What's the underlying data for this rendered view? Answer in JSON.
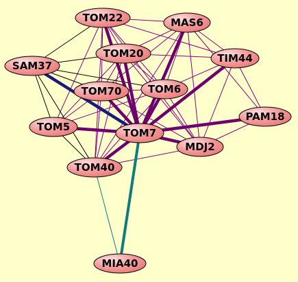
{
  "graph": {
    "background": "#ffffcc",
    "node_fill_gradient": [
      "#ffe2e2",
      "#f59a9a",
      "#ea7c7c"
    ],
    "node_stroke": "#000000",
    "edge_colors": {
      "purple": "#880080",
      "dark_purple": "#6e006e",
      "navy": "#1a1a7a",
      "black": "#000000",
      "teal": "#0f7b7b"
    },
    "nodes": [
      {
        "id": "TOM22",
        "label": "TOM22"
      },
      {
        "id": "MAS6",
        "label": "MAS6"
      },
      {
        "id": "TOM20",
        "label": "TOM20"
      },
      {
        "id": "TIM44",
        "label": "TIM44"
      },
      {
        "id": "SAM37",
        "label": "SAM37"
      },
      {
        "id": "TOM70",
        "label": "TOM70"
      },
      {
        "id": "TOM6",
        "label": "TOM6"
      },
      {
        "id": "PAM18",
        "label": "PAM18"
      },
      {
        "id": "TOM5",
        "label": "TOM5"
      },
      {
        "id": "TOM7",
        "label": "TOM7"
      },
      {
        "id": "MDJ2",
        "label": "MDJ2"
      },
      {
        "id": "TOM40",
        "label": "TOM40"
      },
      {
        "id": "MIA40",
        "label": "MIA40"
      }
    ],
    "edges": [
      {
        "s": "TOM22",
        "t": "MAS6",
        "c": "purple",
        "w": "thin"
      },
      {
        "s": "TOM22",
        "t": "TIM44",
        "c": "purple",
        "w": "thin"
      },
      {
        "s": "TOM22",
        "t": "TOM20",
        "c": "purple",
        "w": "thin"
      },
      {
        "s": "TOM22",
        "t": "SAM37",
        "c": "black",
        "w": "thin"
      },
      {
        "s": "TOM22",
        "t": "TOM70",
        "c": "purple",
        "w": "thin"
      },
      {
        "s": "TOM22",
        "t": "TOM6",
        "c": "purple",
        "w": "thin"
      },
      {
        "s": "TOM22",
        "t": "TOM5",
        "c": "purple",
        "w": "thin"
      },
      {
        "s": "TOM22",
        "t": "TOM7",
        "c": "dark_purple",
        "w": "thick"
      },
      {
        "s": "TOM22",
        "t": "TOM40",
        "c": "purple",
        "w": "thin"
      },
      {
        "s": "TOM22",
        "t": "MDJ2",
        "c": "purple",
        "w": "thin"
      },
      {
        "s": "MAS6",
        "t": "TIM44",
        "c": "purple",
        "w": "thin"
      },
      {
        "s": "MAS6",
        "t": "TOM20",
        "c": "purple",
        "w": "thin"
      },
      {
        "s": "MAS6",
        "t": "TOM70",
        "c": "purple",
        "w": "thin"
      },
      {
        "s": "MAS6",
        "t": "TOM6",
        "c": "purple",
        "w": "thin"
      },
      {
        "s": "MAS6",
        "t": "TOM7",
        "c": "dark_purple",
        "w": "thick"
      },
      {
        "s": "MAS6",
        "t": "PAM18",
        "c": "purple",
        "w": "thin"
      },
      {
        "s": "MAS6",
        "t": "MDJ2",
        "c": "purple",
        "w": "thin"
      },
      {
        "s": "MAS6",
        "t": "TOM40",
        "c": "purple",
        "w": "thin"
      },
      {
        "s": "TOM20",
        "t": "TIM44",
        "c": "purple",
        "w": "thin"
      },
      {
        "s": "TOM20",
        "t": "SAM37",
        "c": "black",
        "w": "thin"
      },
      {
        "s": "TOM20",
        "t": "TOM70",
        "c": "purple",
        "w": "thin"
      },
      {
        "s": "TOM20",
        "t": "TOM6",
        "c": "purple",
        "w": "thin"
      },
      {
        "s": "TOM20",
        "t": "TOM5",
        "c": "purple",
        "w": "thin"
      },
      {
        "s": "TOM20",
        "t": "TOM7",
        "c": "dark_purple",
        "w": "thick"
      },
      {
        "s": "TOM20",
        "t": "TOM40",
        "c": "purple",
        "w": "thin"
      },
      {
        "s": "TOM20",
        "t": "MDJ2",
        "c": "purple",
        "w": "thin"
      },
      {
        "s": "TIM44",
        "t": "TOM6",
        "c": "purple",
        "w": "thin"
      },
      {
        "s": "TIM44",
        "t": "TOM7",
        "c": "dark_purple",
        "w": "thick"
      },
      {
        "s": "TIM44",
        "t": "PAM18",
        "c": "purple",
        "w": "thin"
      },
      {
        "s": "TIM44",
        "t": "MDJ2",
        "c": "purple",
        "w": "thin"
      },
      {
        "s": "SAM37",
        "t": "TOM70",
        "c": "black",
        "w": "thin"
      },
      {
        "s": "SAM37",
        "t": "TOM6",
        "c": "black",
        "w": "thin"
      },
      {
        "s": "SAM37",
        "t": "TOM5",
        "c": "black",
        "w": "thin"
      },
      {
        "s": "SAM37",
        "t": "TOM7",
        "c": "navy",
        "w": "thick"
      },
      {
        "s": "SAM37",
        "t": "TOM40",
        "c": "black",
        "w": "thin"
      },
      {
        "s": "TOM70",
        "t": "TOM6",
        "c": "purple",
        "w": "thin"
      },
      {
        "s": "TOM70",
        "t": "TOM5",
        "c": "purple",
        "w": "thin"
      },
      {
        "s": "TOM70",
        "t": "TOM7",
        "c": "dark_purple",
        "w": "thick"
      },
      {
        "s": "TOM70",
        "t": "TOM40",
        "c": "purple",
        "w": "thin"
      },
      {
        "s": "TOM70",
        "t": "MDJ2",
        "c": "purple",
        "w": "thin"
      },
      {
        "s": "TOM6",
        "t": "TOM5",
        "c": "purple",
        "w": "thin"
      },
      {
        "s": "TOM6",
        "t": "TOM7",
        "c": "dark_purple",
        "w": "thick"
      },
      {
        "s": "TOM6",
        "t": "TOM40",
        "c": "purple",
        "w": "thin"
      },
      {
        "s": "TOM6",
        "t": "MDJ2",
        "c": "purple",
        "w": "thin"
      },
      {
        "s": "PAM18",
        "t": "TOM7",
        "c": "dark_purple",
        "w": "thick"
      },
      {
        "s": "PAM18",
        "t": "MDJ2",
        "c": "purple",
        "w": "thin"
      },
      {
        "s": "TOM5",
        "t": "TOM7",
        "c": "dark_purple",
        "w": "thick"
      },
      {
        "s": "TOM5",
        "t": "TOM40",
        "c": "black",
        "w": "thin"
      },
      {
        "s": "TOM7",
        "t": "MDJ2",
        "c": "dark_purple",
        "w": "thick"
      },
      {
        "s": "TOM7",
        "t": "TOM40",
        "c": "dark_purple",
        "w": "thick"
      },
      {
        "s": "TOM7",
        "t": "MIA40",
        "c": "teal",
        "w": "heavy"
      },
      {
        "s": "MDJ2",
        "t": "TOM40",
        "c": "purple",
        "w": "thin"
      },
      {
        "s": "TOM40",
        "t": "MIA40",
        "c": "teal",
        "w": "thin"
      }
    ]
  }
}
